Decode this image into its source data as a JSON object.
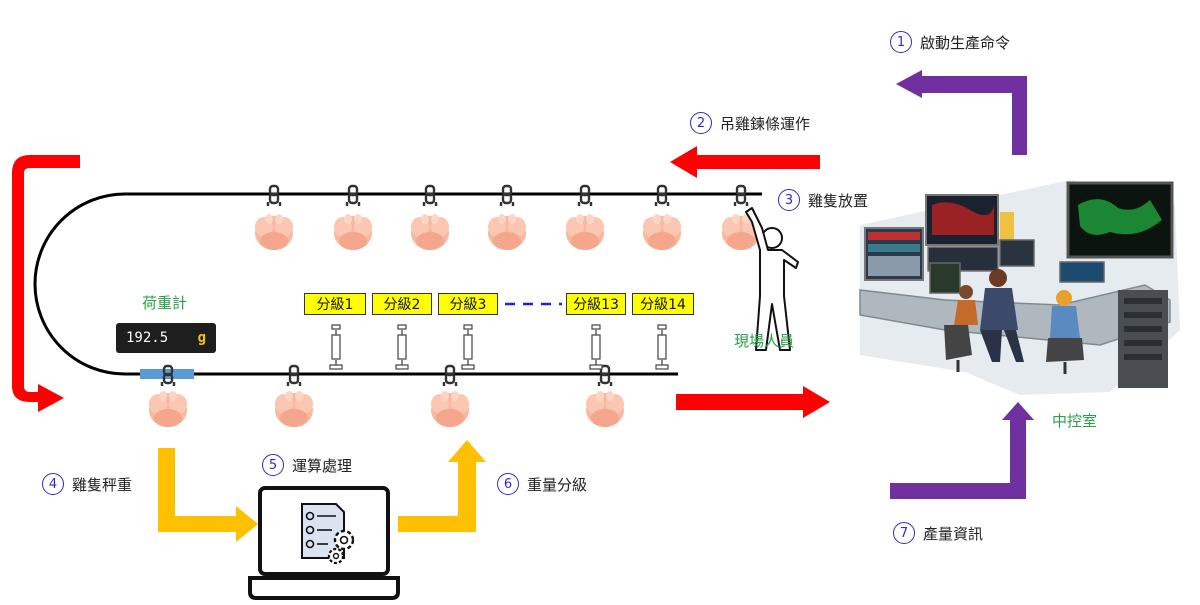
{
  "steps": {
    "s1": {
      "num": "1",
      "label": "啟動生產命令"
    },
    "s2": {
      "num": "2",
      "label": "吊雞鍊條運作"
    },
    "s3": {
      "num": "3",
      "label": "雞隻放置"
    },
    "s4": {
      "num": "4",
      "label": "雞隻秤重"
    },
    "s5": {
      "num": "5",
      "label": "運算處理"
    },
    "s6": {
      "num": "6",
      "label": "重量分級"
    },
    "s7": {
      "num": "7",
      "label": "產量資訊"
    }
  },
  "labels": {
    "scale": "荷重計",
    "worker": "現場人員",
    "control_room": "中控室"
  },
  "scale_display": {
    "value": "192.5",
    "unit": "g"
  },
  "grades": [
    "分級1",
    "分級2",
    "分級3",
    "分級13",
    "分級14"
  ],
  "colors": {
    "red_arrow": "#ff0000",
    "purple_arrow": "#7030a0",
    "yellow_arrow": "#ffc000",
    "grade_box": "#ffff00",
    "step_number": "#2b2bd8",
    "green_label": "#27a046",
    "dash_line": "#2020e0",
    "chicken": "#f8b8a0"
  },
  "icons": [
    "chicken-icon",
    "chain-hook-icon",
    "actuator-icon",
    "worker-icon",
    "laptop-checklist-gear-icon",
    "control-room-icon"
  ]
}
